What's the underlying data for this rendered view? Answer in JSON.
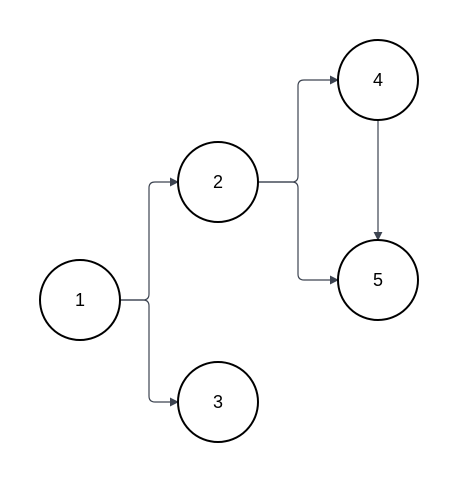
{
  "diagram": {
    "colors": {
      "node_stroke": "#000000",
      "node_fill": "#ffffff",
      "edge": "#3d4451",
      "label": "#000000"
    },
    "nodes": [
      {
        "id": "1",
        "label": "1"
      },
      {
        "id": "2",
        "label": "2"
      },
      {
        "id": "3",
        "label": "3"
      },
      {
        "id": "4",
        "label": "4"
      },
      {
        "id": "5",
        "label": "5"
      }
    ],
    "edges": [
      {
        "from": "1",
        "to": "2"
      },
      {
        "from": "1",
        "to": "3"
      },
      {
        "from": "2",
        "to": "4"
      },
      {
        "from": "2",
        "to": "5"
      },
      {
        "from": "4",
        "to": "5"
      }
    ]
  }
}
